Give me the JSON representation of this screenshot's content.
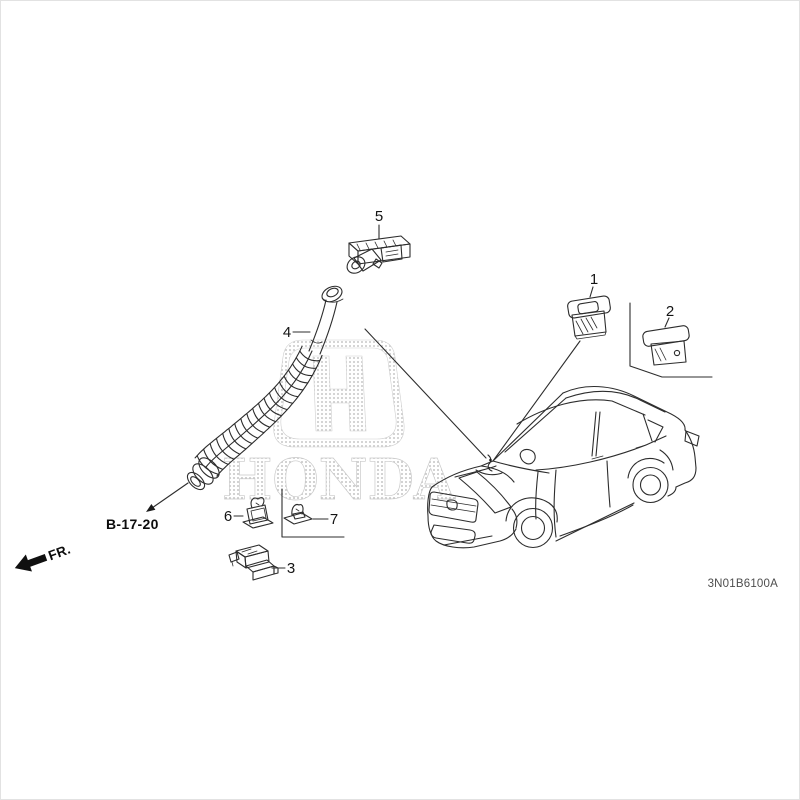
{
  "diagram": {
    "code": "3N01B6100A",
    "section_ref": "B-17-20",
    "front_label": "FR.",
    "watermark_text": "HONDA",
    "line_color": "#2d2d2d",
    "watermark_color": "#c7c7c7",
    "callouts": [
      {
        "number": "1"
      },
      {
        "number": "2"
      },
      {
        "number": "3"
      },
      {
        "number": "4"
      },
      {
        "number": "5"
      },
      {
        "number": "6"
      },
      {
        "number": "7"
      }
    ]
  }
}
